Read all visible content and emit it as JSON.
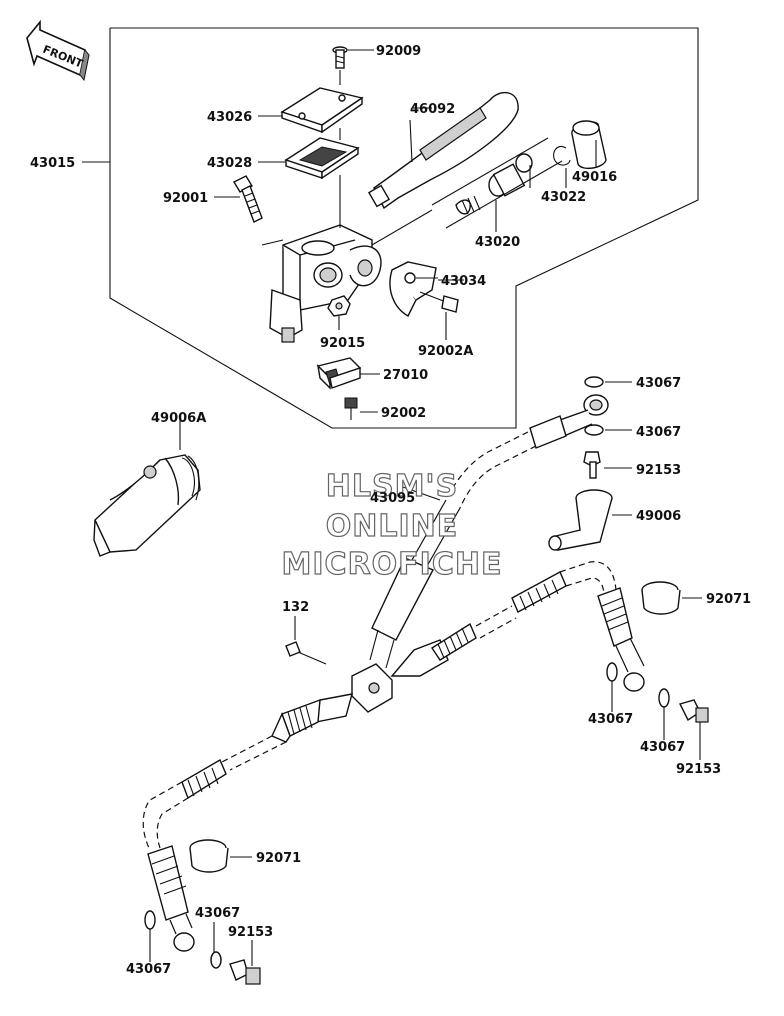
{
  "watermark": {
    "line1": "HLSM'S",
    "line2": "ONLINE",
    "line3": "MICROFICHE"
  },
  "front_arrow": {
    "text": "FRONT"
  },
  "labels": {
    "l_92009": "92009",
    "l_43026": "43026",
    "l_43028": "43028",
    "l_43015": "43015",
    "l_92001": "92001",
    "l_46092": "46092",
    "l_49016": "49016",
    "l_43022": "43022",
    "l_43020": "43020",
    "l_43034": "43034",
    "l_92015": "92015",
    "l_92002A": "92002A",
    "l_27010": "27010",
    "l_92002": "92002",
    "l_49006A": "49006A",
    "l_43067_a": "43067",
    "l_43067_b": "43067",
    "l_92153_a": "92153",
    "l_43095": "43095",
    "l_49006": "49006",
    "l_132": "132",
    "l_92071_a": "92071",
    "l_43067_c": "43067",
    "l_43067_d": "43067",
    "l_92153_b": "92153",
    "l_92071_b": "92071",
    "l_43067_e": "43067",
    "l_92153_c": "92153",
    "l_43067_f": "43067"
  }
}
